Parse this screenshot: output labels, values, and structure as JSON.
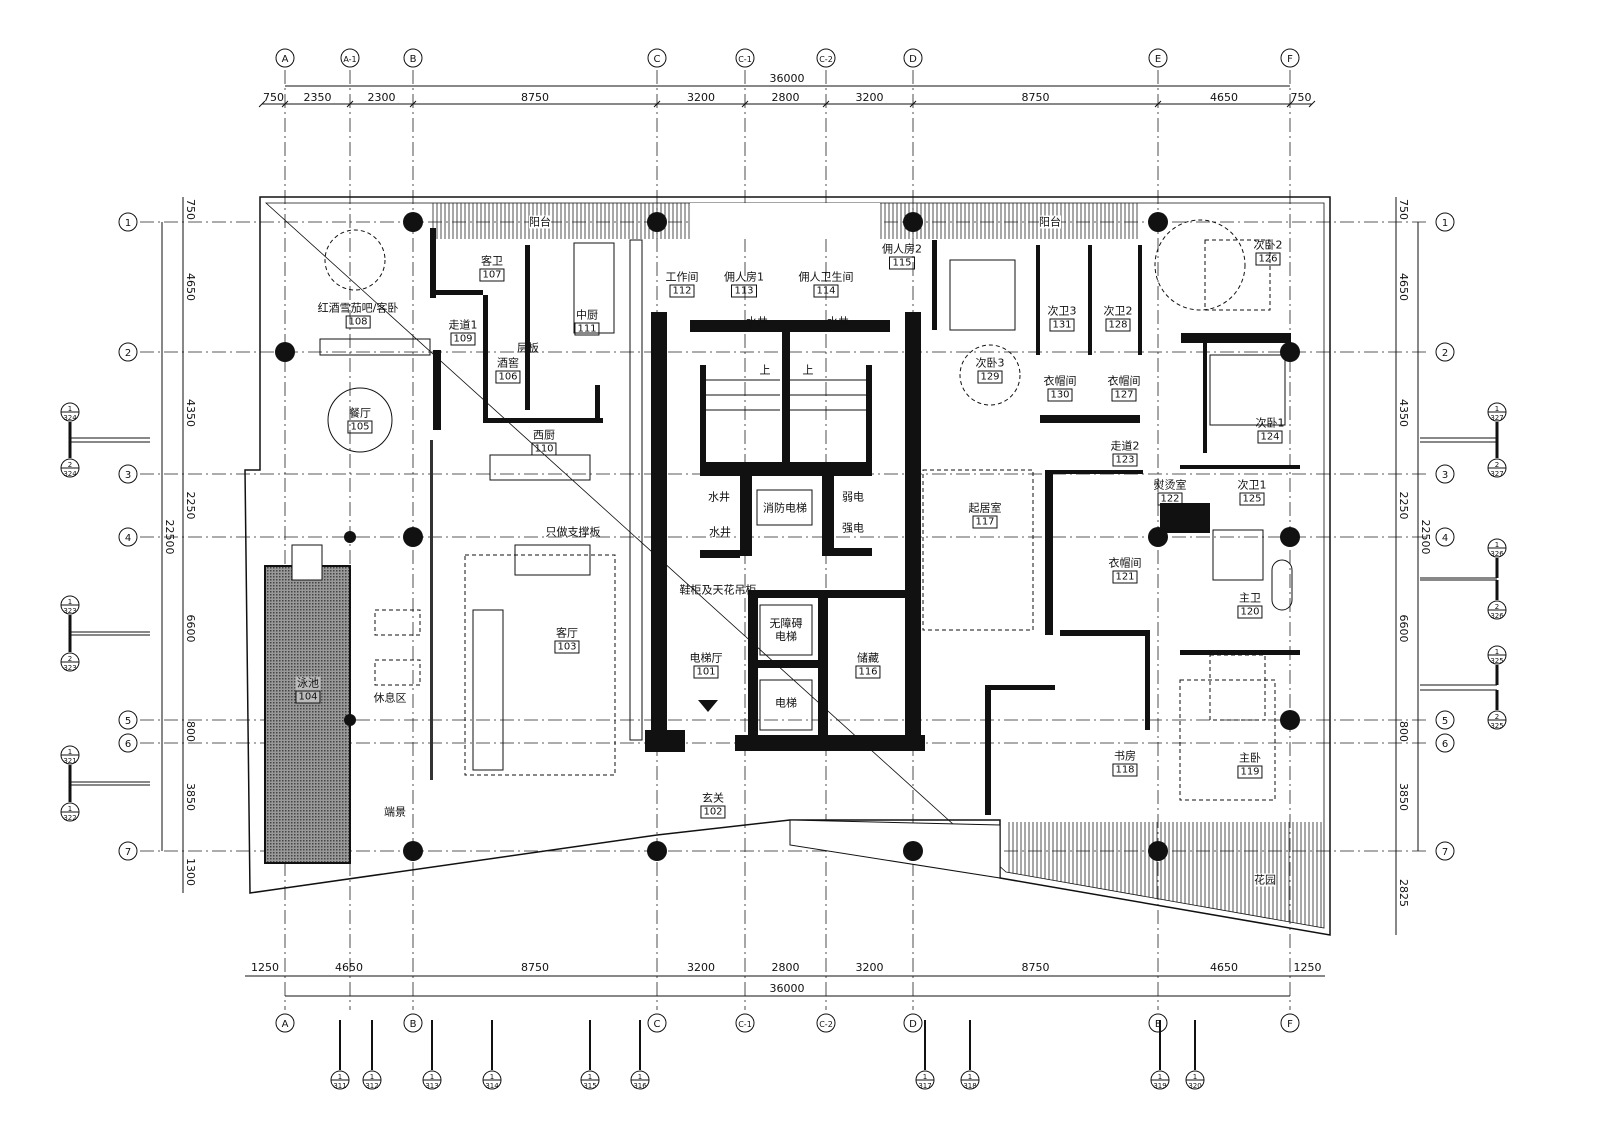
{
  "drawing": {
    "overall_width": "36000",
    "overall_depth": "22500",
    "columns_top": [
      "A",
      "A-1",
      "B",
      "C",
      "C-1",
      "C-2",
      "D",
      "E",
      "F"
    ],
    "columns_bottom": [
      "A",
      "B",
      "C",
      "C-1",
      "C-2",
      "D",
      "E",
      "F"
    ],
    "rows": [
      "1",
      "2",
      "3",
      "4",
      "5",
      "6",
      "7"
    ],
    "dims_top": [
      "750",
      "2350",
      "2300",
      "8750",
      "3200",
      "2800",
      "3200",
      "8750",
      "4650",
      "750"
    ],
    "dims_bottom": [
      "1250",
      "4650",
      "8750",
      "3200",
      "2800",
      "3200",
      "8750",
      "4650",
      "1250"
    ],
    "dims_left": [
      "750",
      "4650",
      "4350",
      "2250",
      "6600",
      "800",
      "3850",
      "1300"
    ],
    "dims_right": [
      "750",
      "4650",
      "4350",
      "2250",
      "6600",
      "800",
      "3850",
      "2825"
    ],
    "sections_left": [
      [
        "1",
        "324"
      ],
      [
        "2",
        "324"
      ],
      [
        "1",
        "323"
      ],
      [
        "2",
        "323"
      ],
      [
        "1",
        "321"
      ],
      [
        "1",
        "322"
      ]
    ],
    "sections_right": [
      [
        "1",
        "327"
      ],
      [
        "2",
        "327"
      ],
      [
        "1",
        "326"
      ],
      [
        "2",
        "326"
      ],
      [
        "1",
        "325"
      ],
      [
        "2",
        "325"
      ]
    ],
    "sections_bottom": [
      [
        "1",
        "311"
      ],
      [
        "1",
        "312"
      ],
      [
        "1",
        "313"
      ],
      [
        "1",
        "314"
      ],
      [
        "1",
        "315"
      ],
      [
        "1",
        "316"
      ],
      [
        "1",
        "317"
      ],
      [
        "1",
        "318"
      ],
      [
        "1",
        "319"
      ],
      [
        "1",
        "320"
      ]
    ]
  },
  "rooms": [
    {
      "name": "红酒雪茄吧/客卧",
      "num": "108"
    },
    {
      "name": "客卫",
      "num": "107"
    },
    {
      "name": "走道1",
      "num": "109"
    },
    {
      "name": "酒窖",
      "num": "106"
    },
    {
      "name": "中厨",
      "num": "111"
    },
    {
      "name": "餐厅",
      "num": "105"
    },
    {
      "name": "西厨",
      "num": "110"
    },
    {
      "name": "工作间",
      "num": "112"
    },
    {
      "name": "佣人房1",
      "num": "113"
    },
    {
      "name": "佣人卫生间",
      "num": "114"
    },
    {
      "name": "佣人房2",
      "num": "115"
    },
    {
      "name": "电梯厅",
      "num": "101"
    },
    {
      "name": "储藏",
      "num": "116"
    },
    {
      "name": "玄关",
      "num": "102"
    },
    {
      "name": "客厅",
      "num": "103"
    },
    {
      "name": "泳池",
      "num": "104"
    },
    {
      "name": "起居室",
      "num": "117"
    },
    {
      "name": "次卧3",
      "num": "129"
    },
    {
      "name": "次卫3",
      "num": "131"
    },
    {
      "name": "次卫2",
      "num": "128"
    },
    {
      "name": "衣帽间",
      "num": "130"
    },
    {
      "name": "衣帽间",
      "num": "127"
    },
    {
      "name": "次卧2",
      "num": "126"
    },
    {
      "name": "次卧1",
      "num": "124"
    },
    {
      "name": "走道2",
      "num": "123"
    },
    {
      "name": "熨烫室",
      "num": "122"
    },
    {
      "name": "次卫1",
      "num": "125"
    },
    {
      "name": "衣帽间",
      "num": "121"
    },
    {
      "name": "主卫",
      "num": "120"
    },
    {
      "name": "书房",
      "num": "118"
    },
    {
      "name": "主卧",
      "num": "119"
    }
  ],
  "notes": {
    "shelf": "层板",
    "support": "只做支撑板",
    "water1": "水井",
    "water2": "水井",
    "water3": "水井",
    "water4": "水井",
    "fire_lift": "消防电梯",
    "weak": "弱电",
    "strong": "强电",
    "shoe": "鞋柜及天花吊柜",
    "access_lift": "无障碍电梯",
    "lift": "电梯",
    "rest": "休息区",
    "feature": "端景",
    "balcony1": "阳台",
    "balcony2": "阳台",
    "garden": "花园",
    "up1": "上",
    "up2": "上"
  }
}
